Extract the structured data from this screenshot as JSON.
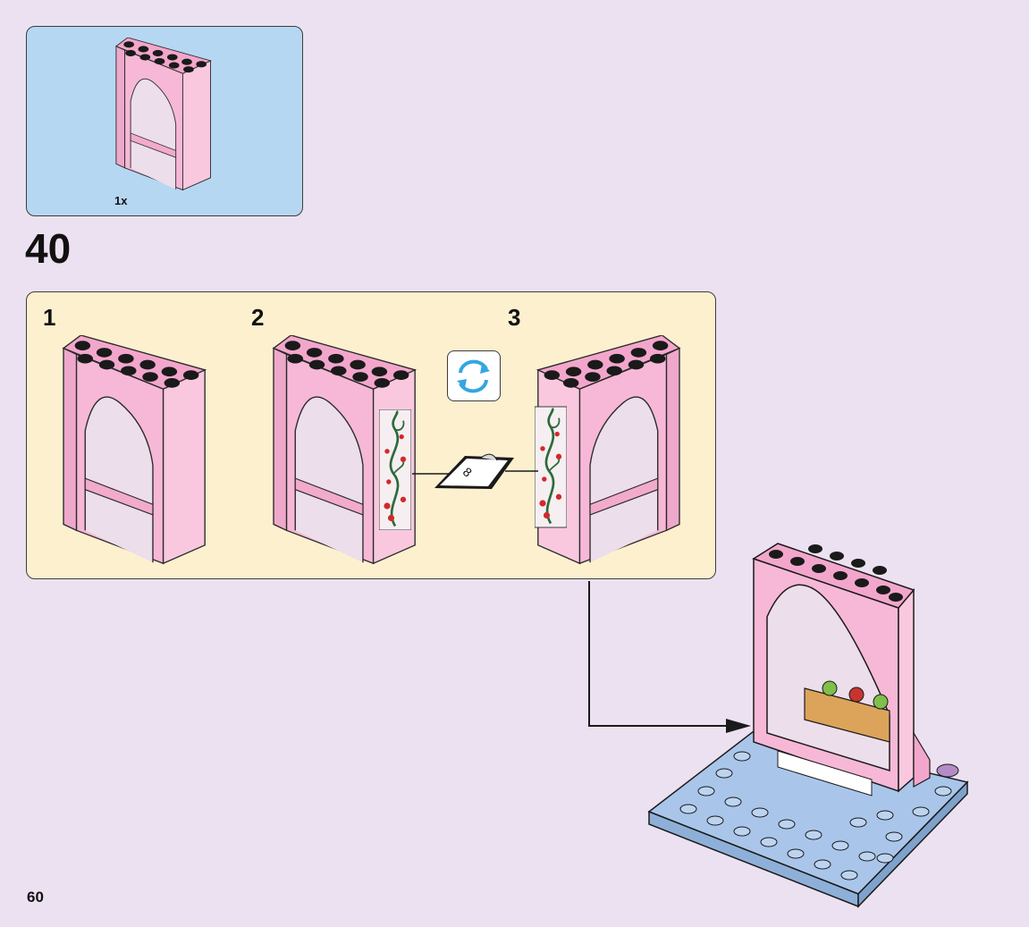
{
  "parts_list": {
    "quantity": "1x",
    "part_icon": "arch-wall-brick-icon"
  },
  "step": {
    "number": "40"
  },
  "substeps": [
    {
      "number": "1",
      "icon": "arch-wall-plain-icon"
    },
    {
      "number": "2",
      "icon": "arch-wall-sticker-right-icon"
    },
    {
      "number": "3",
      "icon": "arch-wall-sticker-left-icon"
    }
  ],
  "sticker": {
    "label": "8",
    "icon": "sticker-icon"
  },
  "rotate": {
    "icon": "rotate-model-icon"
  },
  "result": {
    "icon": "castle-window-on-baseplate-icon"
  },
  "page": {
    "number": "60"
  },
  "colors": {
    "page_background": "#ece1f0",
    "parts_box": "#b6d7f2",
    "substep_box": "#fdf0cf",
    "brick_pink": "#f6b8d6",
    "baseplate_blue": "#a9c6ea",
    "rotate_arrow": "#34a6e2"
  }
}
